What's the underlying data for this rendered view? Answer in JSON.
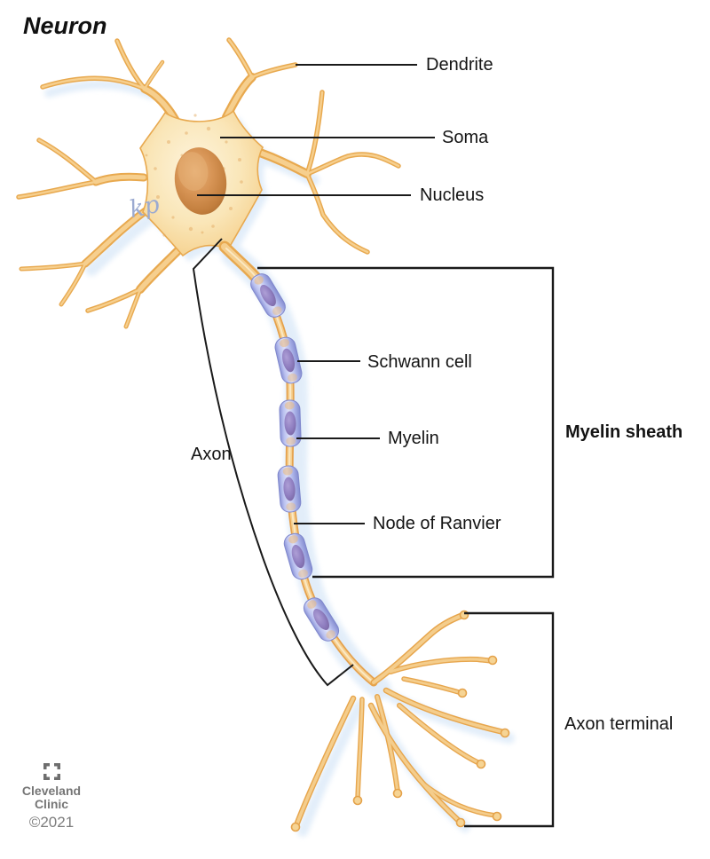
{
  "title": "Neuron",
  "labels": {
    "dendrite": "Dendrite",
    "soma": "Soma",
    "nucleus": "Nucleus",
    "schwann_cell": "Schwann cell",
    "myelin": "Myelin",
    "node_of_ranvier": "Node of Ranvier",
    "myelin_sheath": "Myelin sheath",
    "axon": "Axon",
    "axon_terminal": "Axon terminal"
  },
  "signature": "kp",
  "credit": {
    "org_line1": "Cleveland",
    "org_line2": "Clinic",
    "year": "©2021"
  },
  "colors": {
    "cell_body_fill": "#FAE6B8",
    "cell_outline": "#E8A94F",
    "cell_inner_light": "#F5CE8D",
    "nucleus_fill": "#D79455",
    "myelin_fill": "#B3BAEC",
    "schwann_nucleus_fill": "#8F7EC0",
    "ambient_shadow_blue": "#D9E8F8",
    "label_line": "#1A1A1A",
    "credit_gray": "#767676"
  }
}
